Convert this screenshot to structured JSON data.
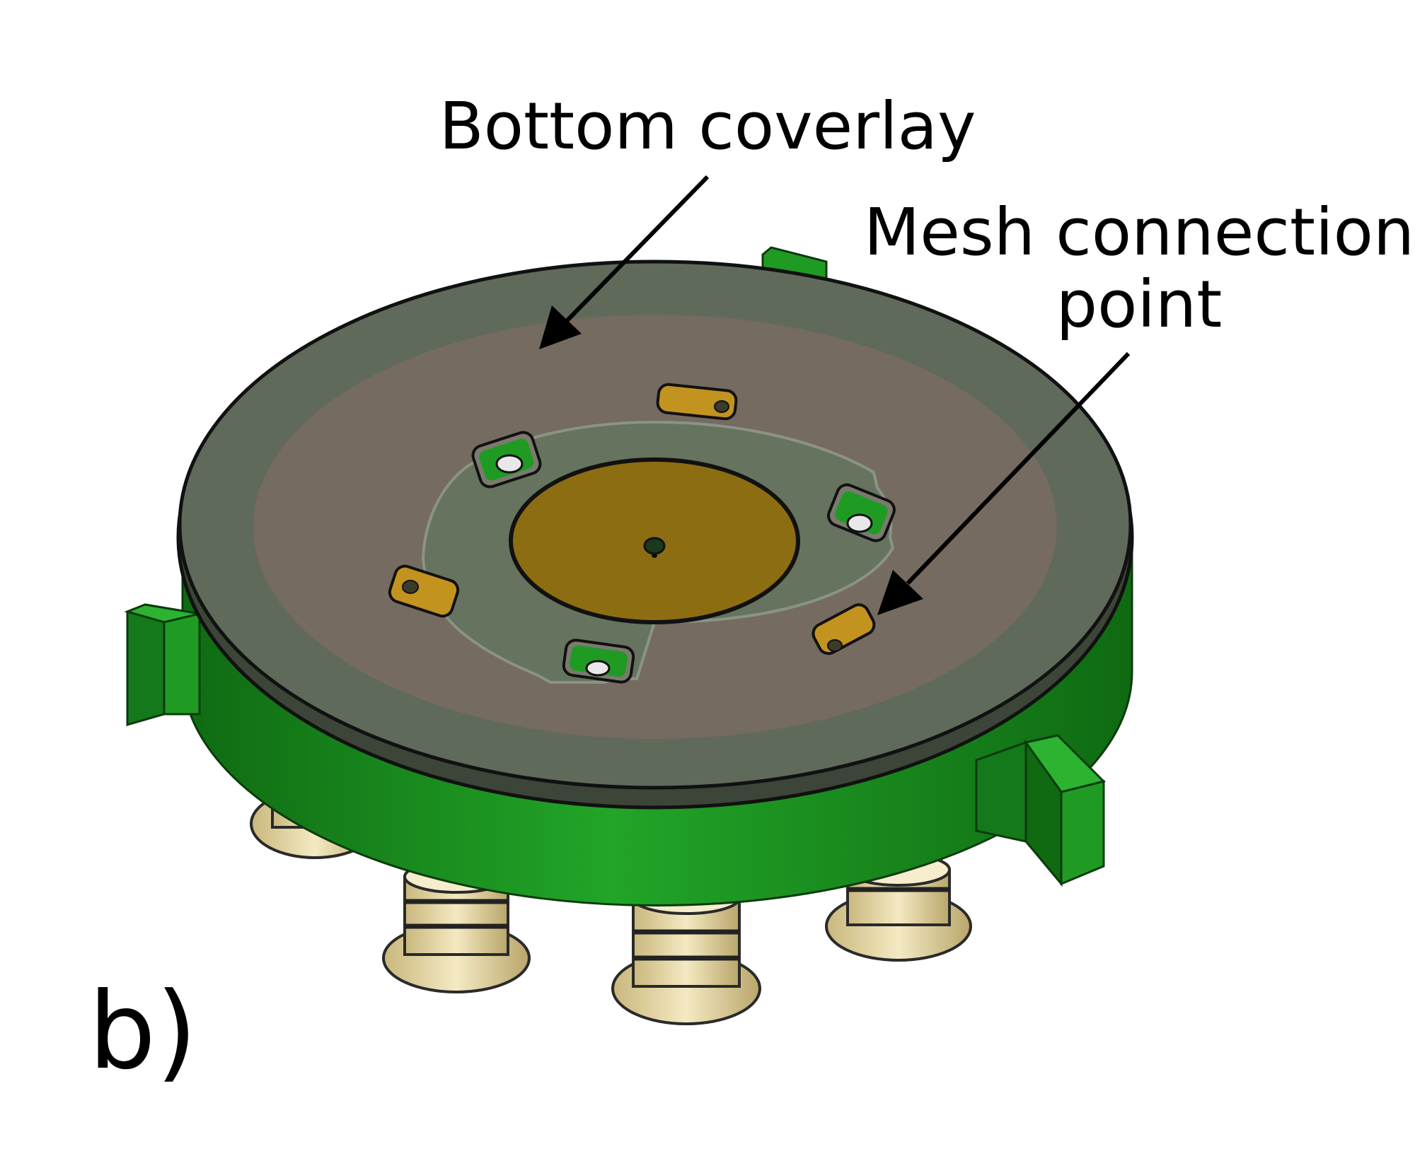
{
  "labels": {
    "bottom_coverlay": "Bottom coverlay",
    "mesh_line1": "Mesh connection",
    "mesh_line2": "point",
    "panel": "b)"
  },
  "colors": {
    "green": "#1f9b24",
    "green_dark": "#137016",
    "disk_rim": "#5f6a5b",
    "coverlay": "#756b60",
    "ring": "#66735f",
    "gold": "#8d6d12",
    "pad_gold": "#c3931f",
    "connector": "#eadcaa"
  }
}
